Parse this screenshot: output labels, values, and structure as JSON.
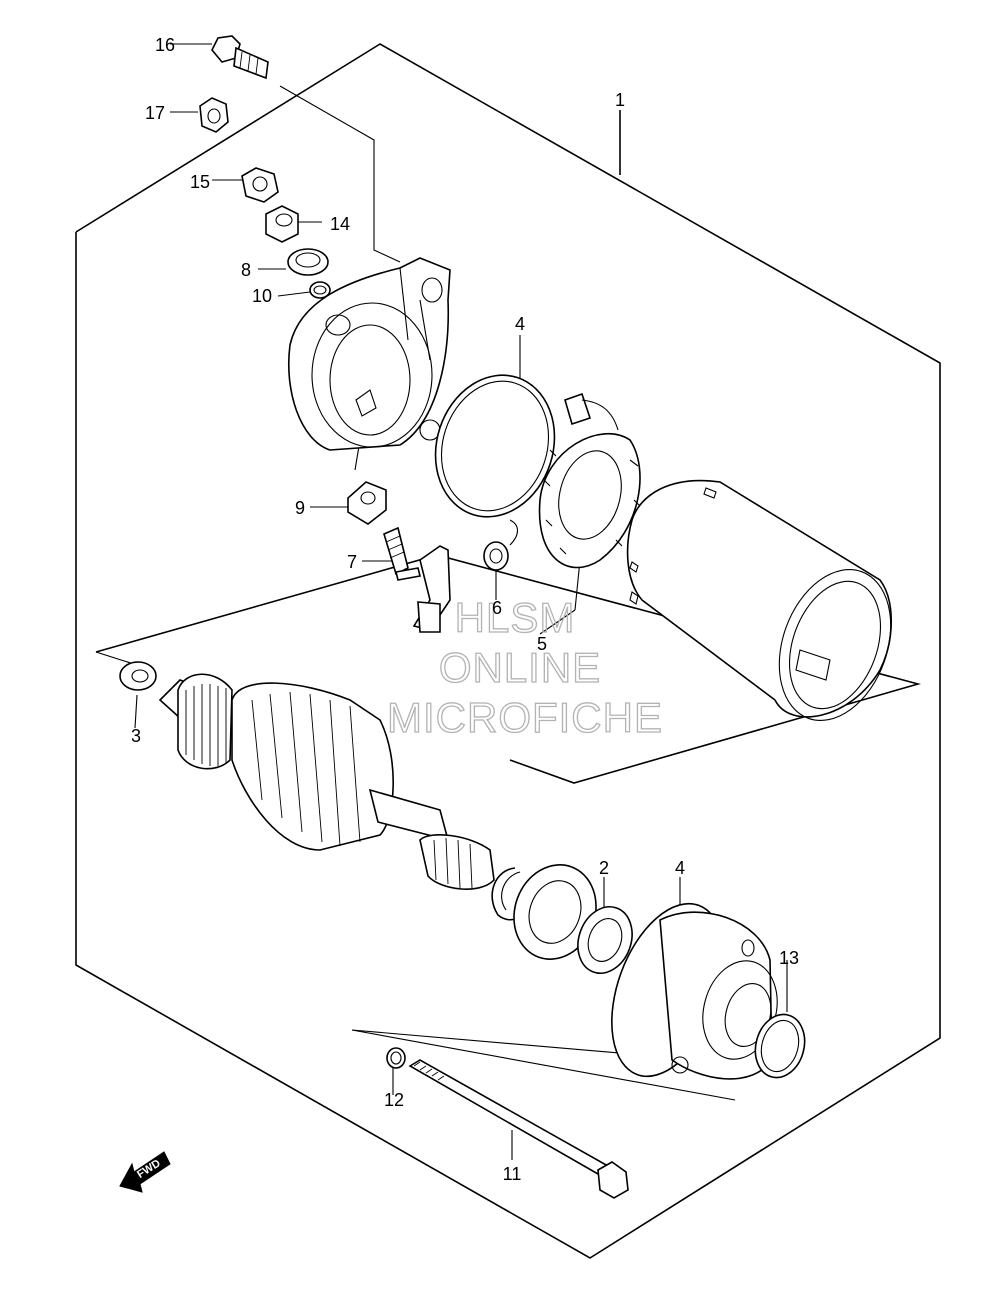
{
  "diagram": {
    "parts": [
      {
        "id": "1",
        "label": "1"
      },
      {
        "id": "2",
        "label": "2"
      },
      {
        "id": "3",
        "label": "3"
      },
      {
        "id": "4a",
        "label": "4"
      },
      {
        "id": "4b",
        "label": "4"
      },
      {
        "id": "5",
        "label": "5"
      },
      {
        "id": "6",
        "label": "6"
      },
      {
        "id": "7",
        "label": "7"
      },
      {
        "id": "8",
        "label": "8"
      },
      {
        "id": "9",
        "label": "9"
      },
      {
        "id": "10",
        "label": "10"
      },
      {
        "id": "11",
        "label": "11"
      },
      {
        "id": "12",
        "label": "12"
      },
      {
        "id": "13",
        "label": "13"
      },
      {
        "id": "14",
        "label": "14"
      },
      {
        "id": "15",
        "label": "15"
      },
      {
        "id": "16",
        "label": "16"
      },
      {
        "id": "17",
        "label": "17"
      }
    ],
    "watermark": [
      "HLSM",
      "ONLINE",
      "MICROFICHE"
    ],
    "fwd_label": "FWD"
  }
}
